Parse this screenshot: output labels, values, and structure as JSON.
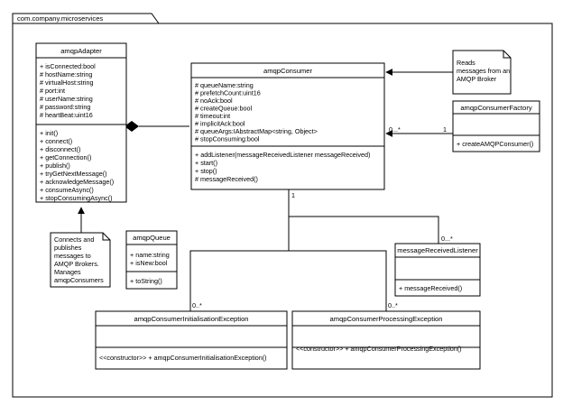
{
  "package": {
    "name": "com.company.microservices"
  },
  "classes": {
    "amqpAdapter": {
      "name": "amqpAdapter",
      "attributes": [
        "+ isConnected:bool",
        "# hostName:string",
        "# virtualHost:string",
        "# port:int",
        "# userName:string",
        "# password:string",
        "# heartBeat:uint16"
      ],
      "methods": [
        "+ init()",
        "+ connect()",
        "+ disconnect()",
        "+ getConnection()",
        "+ publish()",
        "+ tryGetNextMessage()",
        "+ acknowledgeMessage()",
        "+ consumeAsync()",
        "+ stopConsumingAsync()"
      ]
    },
    "amqpConsumer": {
      "name": "amqpConsumer",
      "attributes": [
        "# queueName:string",
        "# prefetchCount:uint16",
        "# noAck:bool",
        "# createQueue:bool",
        "# timeout:int",
        "# implicitAck:bool",
        "# queueArgs:IAbstractMap<string, Object>",
        "# stopConsuming:bool"
      ],
      "methods": [
        "+ addListener(messageReceivedListener messageReceived)",
        "+ start()",
        "+ stop()",
        "# messageReceived()"
      ]
    },
    "amqpConsumerFactory": {
      "name": "amqpConsumerFactory",
      "attributes": [],
      "methods": [
        "+ createAMQPConsumer()"
      ]
    },
    "amqpQueue": {
      "name": "amqpQueue",
      "attributes": [
        "+ name:string",
        "+ isNew:bool"
      ],
      "methods": [
        "+ toString()"
      ]
    },
    "messageReceivedListener": {
      "name": "messageReceivedListener",
      "attributes": [],
      "methods": [
        "+ messageReceived()"
      ]
    },
    "initException": {
      "name": "amqpConsumerInitialisationException",
      "attributes": [],
      "methods": [
        "<<constructor>> + amqpConsumerInitialisationException()"
      ]
    },
    "procException": {
      "name": "amqpConsumerProcessingException",
      "attributes": [],
      "methods": [
        "<<constructor>> + amqpConsumerProcessingException()"
      ]
    }
  },
  "notes": {
    "adapter": [
      "Connects and",
      "publishes",
      "messages to",
      "AMQP Brokers.",
      "Manages",
      "amqpConsumers"
    ],
    "consumer": [
      "Reads",
      "messages from an",
      "AMQP Broker"
    ]
  },
  "multiplicities": {
    "consumer_factory_left": "0...*",
    "factory_right": "1",
    "consumer_bottom": "1",
    "listener": "0...*",
    "init_exception": "0..*",
    "proc_exception": "0..*"
  }
}
